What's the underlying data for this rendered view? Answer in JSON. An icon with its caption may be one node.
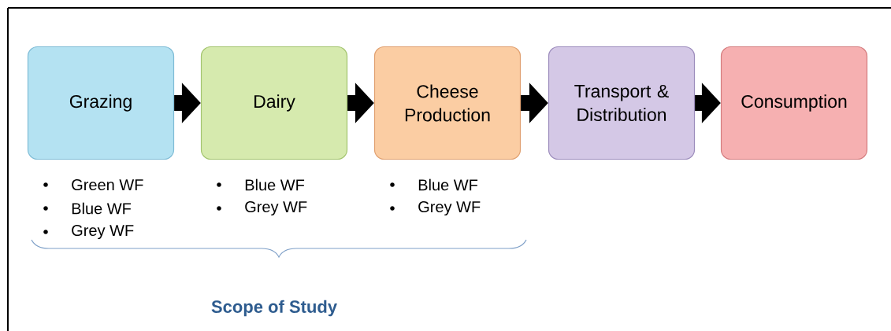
{
  "diagram": {
    "nodes": [
      {
        "text": [
          "Grazing"
        ],
        "beside": [
          "Green WF",
          "Blue WF",
          "Grey WF"
        ]
      },
      {
        "text": [
          "Dairy"
        ],
        "beside": [
          "Blue WF",
          "Grey WF"
        ]
      },
      {
        "text": [
          "Cheese Production"
        ],
        "beside": [
          "Blue WF",
          "Grey WF"
        ]
      },
      {
        "text": [
          "Transport & Distribution"
        ]
      },
      {
        "text": [
          "Consumption"
        ]
      }
    ],
    "edges": [
      {
        "from": 0,
        "to": 1,
        "arrow": "to"
      },
      {
        "from": 1,
        "to": 2,
        "arrow": "to"
      },
      {
        "from": 2,
        "to": 3,
        "arrow": "to"
      },
      {
        "from": 3,
        "to": 4,
        "arrow": "to"
      }
    ],
    "labels": [
      "Scope of Study"
    ]
  }
}
